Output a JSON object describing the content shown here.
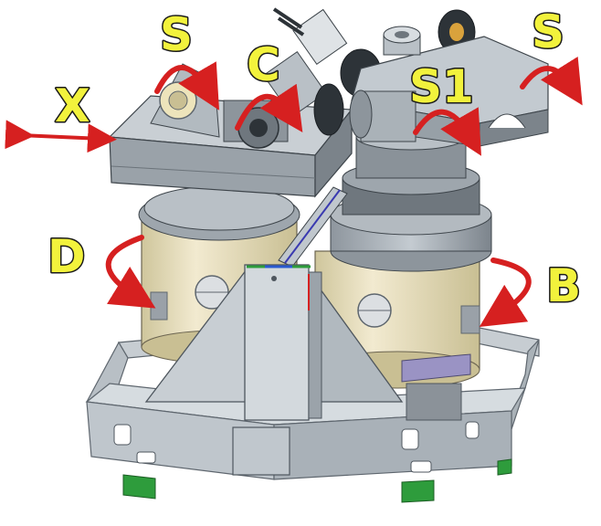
{
  "labels": {
    "x": "X",
    "s_left": "S",
    "c": "C",
    "s_right": "S",
    "s1": "S1",
    "d": "D",
    "b": "B"
  },
  "colors": {
    "label_fill": "#f2f23c",
    "arrow": "#d62020",
    "cream": "#ede4bb",
    "steel_light": "#d4dade",
    "steel_mid": "#9fa8b0",
    "steel_dark": "#5e666e",
    "foot_green": "#2e9c3c"
  }
}
